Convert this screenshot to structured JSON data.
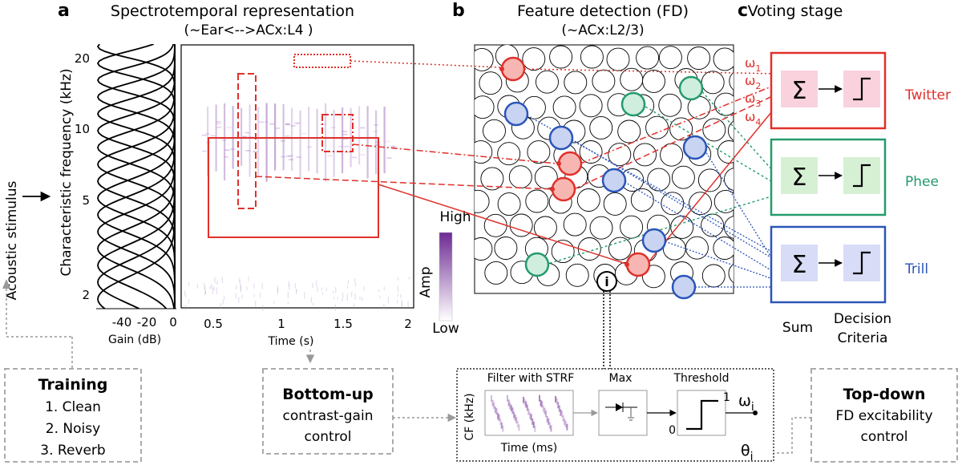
{
  "panel_a": {
    "letter": "a",
    "title": "Spectrotemporal representation",
    "subtitle": "(~Ear<-->ACx:L4 )",
    "stimulus_label": "Acoustic stimulus",
    "y_axis_label": "Characteristic frequency (kHz)",
    "y_ticks": [
      "20",
      "10",
      "5",
      "2"
    ],
    "gain_ticks": [
      "-40",
      "-20",
      "0"
    ],
    "gain_label": "Gain (dB)",
    "time_ticks": [
      "0.5",
      "1",
      "1.5",
      "2"
    ],
    "time_label": "Time (s)",
    "colorbar": {
      "high": "High",
      "low": "Low",
      "label": "Amp",
      "color": "#7b3aa0"
    }
  },
  "panel_b": {
    "letter": "b",
    "title": "Feature detection (FD)",
    "subtitle": "(~ACx:L2/3)",
    "info_symbol": "i"
  },
  "panel_c": {
    "letter": "c",
    "title": "Voting stage",
    "weights": [
      "ω",
      "ω",
      "ω",
      "ω"
    ],
    "weight_subs": [
      "1",
      "2",
      "3",
      "4"
    ],
    "sum_symbol": "Σ",
    "classes": [
      {
        "name": "Twitter",
        "color": "#e0302a",
        "fill": "#f9d2de"
      },
      {
        "name": "Phee",
        "color": "#239b6c",
        "fill": "#d6f0d4"
      },
      {
        "name": "Trill",
        "color": "#2b55b8",
        "fill": "#d8dcf6"
      }
    ],
    "sum_label": "Sum",
    "decision_label_1": "Decision",
    "decision_label_2": "Criteria"
  },
  "bottom": {
    "training": {
      "title": "Training",
      "items": [
        "1. Clean",
        "2. Noisy",
        "3. Reverb"
      ]
    },
    "bottom_up": {
      "title": "Bottom-up",
      "line1": "contrast-gain",
      "line2": "control"
    },
    "top_down": {
      "title": "Top-down",
      "line1": "FD excitability",
      "line2": "control"
    },
    "fd_detail": {
      "filter_label": "Filter with STRF",
      "max_label": "Max",
      "threshold_label": "Threshold",
      "cf_label": "CF (kHz)",
      "time_label": "Time (ms)",
      "threshold_one": "1",
      "threshold_zero": "0",
      "omega": "ω",
      "omega_sub": "i",
      "theta": "θ",
      "theta_sub": "i"
    }
  }
}
